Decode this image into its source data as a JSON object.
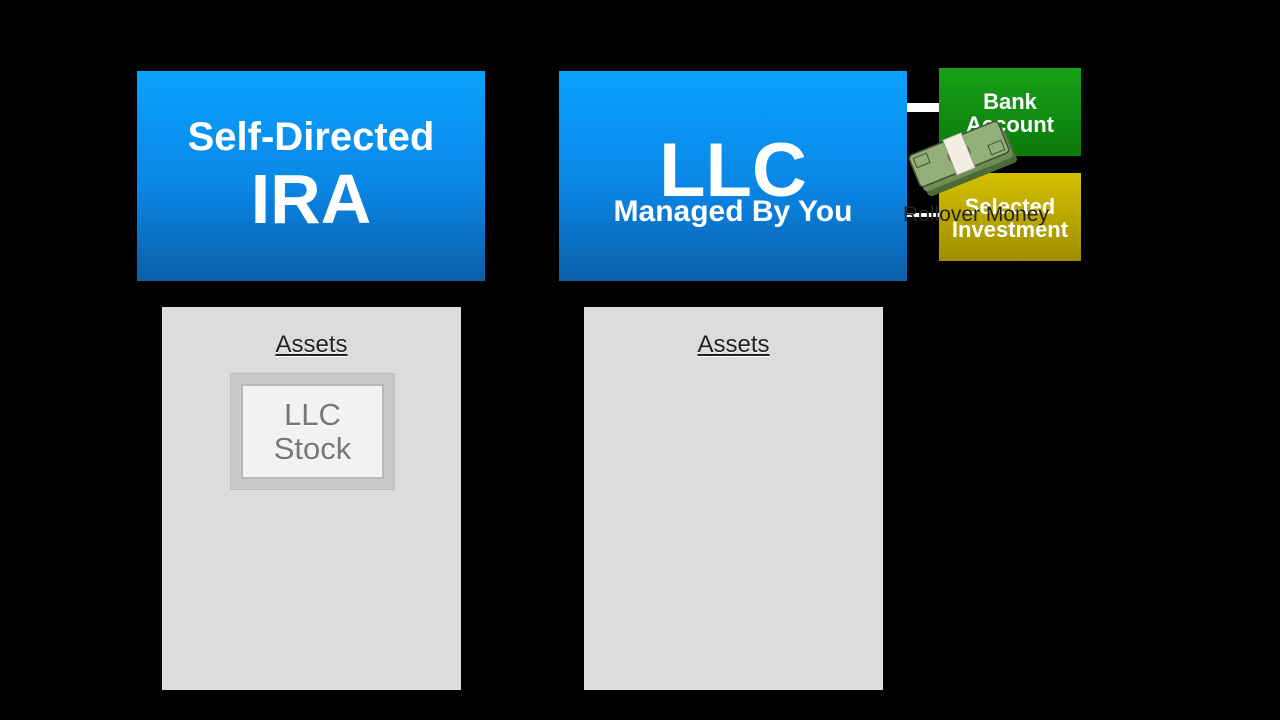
{
  "ira_box": {
    "line1": "Self-Directed",
    "line2": "IRA"
  },
  "llc_box": {
    "line1": "LLC",
    "line2": "Managed By You"
  },
  "ira_assets": {
    "title": "Assets",
    "stock_line1": "LLC",
    "stock_line2": "Stock"
  },
  "llc_assets": {
    "title": "Assets"
  },
  "bank_account": {
    "line1": "Bank",
    "line2": "Account"
  },
  "selected_investment": {
    "line1": "Selected",
    "line2": "Investment"
  },
  "rollover_label": "Rollover Money",
  "colors": {
    "background": "#000000",
    "blue_box": "#0a8fef",
    "bank_green": "#128f12",
    "investment_yellow": "#bfae00",
    "panel_gray": "#dcdcdc"
  },
  "icons": [
    "money-stack-icon"
  ]
}
